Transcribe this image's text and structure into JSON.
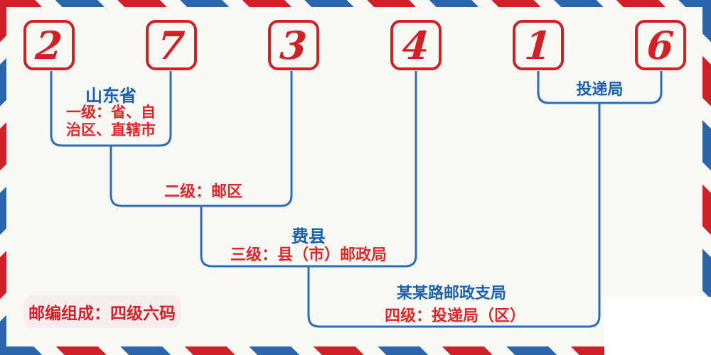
{
  "postal_code": {
    "digits": [
      "2",
      "7",
      "3",
      "4",
      "1",
      "6"
    ],
    "full_code": "273416"
  },
  "labels": {
    "province_name": "山东省",
    "level1_line1": "一级：省、自",
    "level1_line2": "治区、直辖市",
    "level2": "二级：邮区",
    "county_name": "费县",
    "level3": "三级：县（市）邮政局",
    "delivery_office": "投递局",
    "branch_name": "某某路邮政支局",
    "level4": "四级：投递局（区）",
    "badge": "邮编组成：四级六码"
  },
  "colors": {
    "stripe_red": "#cf2027",
    "stripe_blue": "#2b66ad",
    "digit_red": "#d02127",
    "line_blue": "#2e6cb3",
    "text_blue": "#1a60ab",
    "text_red": "#dd2629",
    "badge_background": "#f5edef",
    "page_background": "#f8f9f4",
    "corner_cover": "#ffffff"
  }
}
